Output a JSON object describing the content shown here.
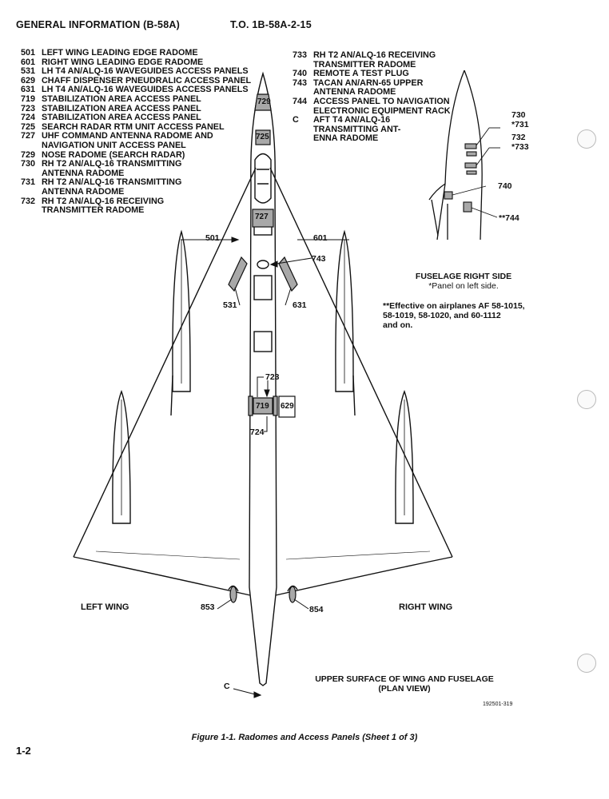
{
  "header": {
    "left": "GENERAL INFORMATION (B-58A)",
    "center": "T.O. 1B-58A-2-15"
  },
  "legend_left": [
    {
      "code": "501",
      "desc": "LEFT WING LEADING EDGE RADOME"
    },
    {
      "code": "601",
      "desc": "RIGHT WING LEADING EDGE RADOME"
    },
    {
      "code": "531",
      "desc": "LH T4 AN/ALQ-16 WAVEGUIDES ACCESS PANELS"
    },
    {
      "code": "629",
      "desc": "CHAFF DISPENSER PNEUDRALIC ACCESS PANEL"
    },
    {
      "code": "631",
      "desc": "LH T4 AN/ALQ-16 WAVEGUIDES ACCESS PANELS"
    },
    {
      "code": "719",
      "desc": "STABILIZATION AREA ACCESS PANEL"
    },
    {
      "code": "723",
      "desc": "STABILIZATION AREA ACCESS PANEL"
    },
    {
      "code": "724",
      "desc": "STABILIZATION AREA ACCESS PANEL"
    },
    {
      "code": "725",
      "desc": "SEARCH RADAR RTM UNIT ACCESS PANEL"
    },
    {
      "code": "727",
      "desc": "UHF COMMAND ANTENNA RADOME AND\nNAVIGATION UNIT ACCESS PANEL"
    },
    {
      "code": "729",
      "desc": "NOSE RADOME (SEARCH RADAR)"
    },
    {
      "code": "730",
      "desc": "RH T2 AN/ALQ-16 TRANSMITTING\nANTENNA RADOME"
    },
    {
      "code": "731",
      "desc": "RH T2 AN/ALQ-16 TRANSMITTING\nANTENNA RADOME"
    },
    {
      "code": "732",
      "desc": "RH T2 AN/ALQ-16 RECEIVING\nTRANSMITTER RADOME"
    }
  ],
  "legend_right": [
    {
      "code": "733",
      "desc": "RH T2 AN/ALQ-16 RECEIVING\nTRANSMITTER RADOME"
    },
    {
      "code": "740",
      "desc": "REMOTE A TEST PLUG"
    },
    {
      "code": "743",
      "desc": "TACAN AN/ARN-65 UPPER\nANTENNA RADOME"
    },
    {
      "code": "744",
      "desc": "ACCESS PANEL TO NAVIGATION\nELECTRONIC EQUIPMENT RACK"
    },
    {
      "code": "C",
      "desc": "AFT T4 AN/ALQ-16\nTRANSMITTING ANT-\nENNA RADOME"
    }
  ],
  "fuselage_view": {
    "title": "FUSELAGE RIGHT SIDE",
    "subtitle": "*Panel on left side.",
    "callouts": [
      "730",
      "*731",
      "732",
      "*733",
      "740",
      "**744"
    ]
  },
  "effectivity_note": "**Effective on airplanes AF 58-1015,\n58-1019, 58-1020, and 60-1112\nand on.",
  "plan_labels": {
    "p729": "729",
    "p725": "725",
    "p727": "727",
    "p719": "719",
    "p629": "629",
    "p501": "501",
    "p601": "601",
    "p531": "531",
    "p631": "631",
    "p743": "743",
    "p723": "723",
    "p724": "724",
    "p853": "853",
    "p854": "854",
    "pC": "C"
  },
  "wing_labels": {
    "left": "LEFT WING",
    "right": "RIGHT WING"
  },
  "plan_caption": "UPPER SURFACE OF WING AND FUSELAGE\n(PLAN VIEW)",
  "drawing_number": "192501-319",
  "figure_caption": "Figure 1-1. Radomes and Access Panels (Sheet 1 of 3)",
  "page_number": "1-2"
}
